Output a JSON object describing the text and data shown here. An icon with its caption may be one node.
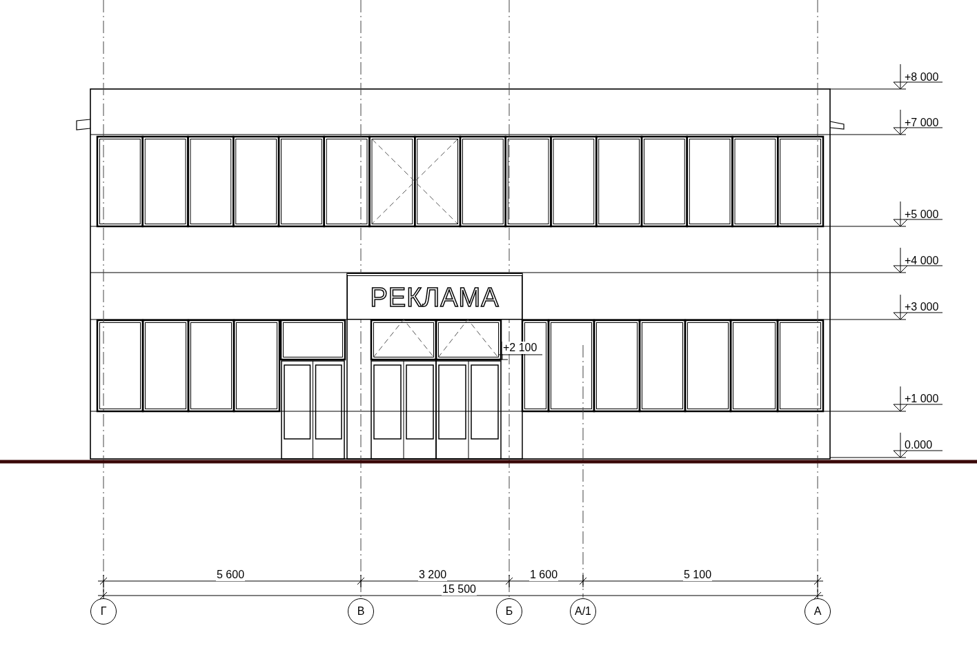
{
  "diagram": {
    "nodes": [
      {
        "text": [
          "РЕКЛАМА"
        ]
      },
      {
        "text": [
          "Г"
        ]
      },
      {
        "text": [
          "В"
        ]
      },
      {
        "text": [
          "Б"
        ]
      },
      {
        "text": [
          "А/1"
        ]
      },
      {
        "text": [
          "А"
        ]
      }
    ],
    "labels": [
      "+8 000",
      "+7 000",
      "+5 000",
      "+4 000",
      "+3 000",
      "+2 100",
      "+1 000",
      "0.000",
      "5 600",
      "3 200",
      "1 600",
      "5 100",
      "15 500"
    ]
  }
}
